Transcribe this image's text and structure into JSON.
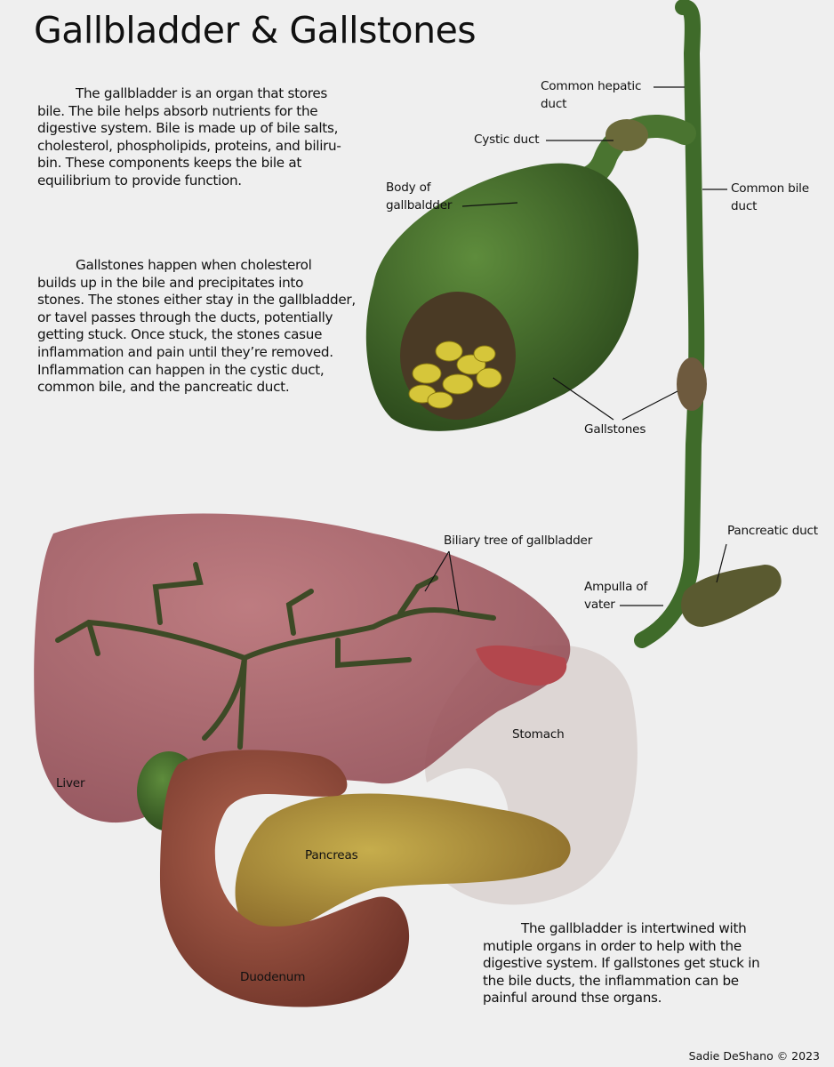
{
  "title": "Gallbladder & Gallstones",
  "paragraphs": {
    "intro": [
      "The gallbladder is an organ that stores",
      "bile. The bile helps absorb nutrients for the",
      "digestive system. Bile is made up of bile salts,",
      "cholesterol, phospholipids, proteins, and biliru-",
      "bin.  These components keeps the bile at",
      "equilibrium to provide function."
    ],
    "gallstones": [
      "Gallstones happen when cholesterol",
      "builds up in the bile and precipitates into",
      "stones. The stones either stay in the gallbladder,",
      "or tavel passes through the ducts, potentially",
      "getting stuck. Once stuck, the stones casue",
      "inflammation and pain until they’re removed.",
      "Inflammation can happen in the cystic duct,",
      "common bile, and the pancreatic duct."
    ],
    "organs": [
      "The gallbladder is intertwined with",
      "mutiple organs in order to help with the",
      "digestive system.  If gallstones get stuck in",
      "the bile ducts, the inflammation can be",
      "painful around thse organs."
    ]
  },
  "labels": {
    "common_hepatic_duct": [
      "Common hepatic",
      "duct"
    ],
    "cystic_duct": [
      "Cystic duct"
    ],
    "body_of_gallbladder": [
      "Body of",
      "gallbaldder"
    ],
    "common_bile_duct": [
      "Common bile",
      "duct"
    ],
    "gallstones": [
      "Gallstones"
    ],
    "pancreatic_duct": [
      "Pancreatic duct"
    ],
    "ampulla_of_vater": [
      "Ampulla of",
      "vater"
    ],
    "biliary_tree": [
      "Biliary tree of gallbladder"
    ],
    "stomach": [
      "Stomach"
    ],
    "liver": [
      "Liver"
    ],
    "pancreas": [
      "Pancreas"
    ],
    "duodenum": [
      "Duodenum"
    ]
  },
  "credit": "Sadie DeShano © 2023",
  "colors": {
    "duct_green": "#3f6b2a",
    "liver": "#a45a62",
    "stomach": "#d8d0cf",
    "pancreas": "#a89439",
    "duodenum": "#8e4a3c",
    "stones": "#d6c63a"
  }
}
